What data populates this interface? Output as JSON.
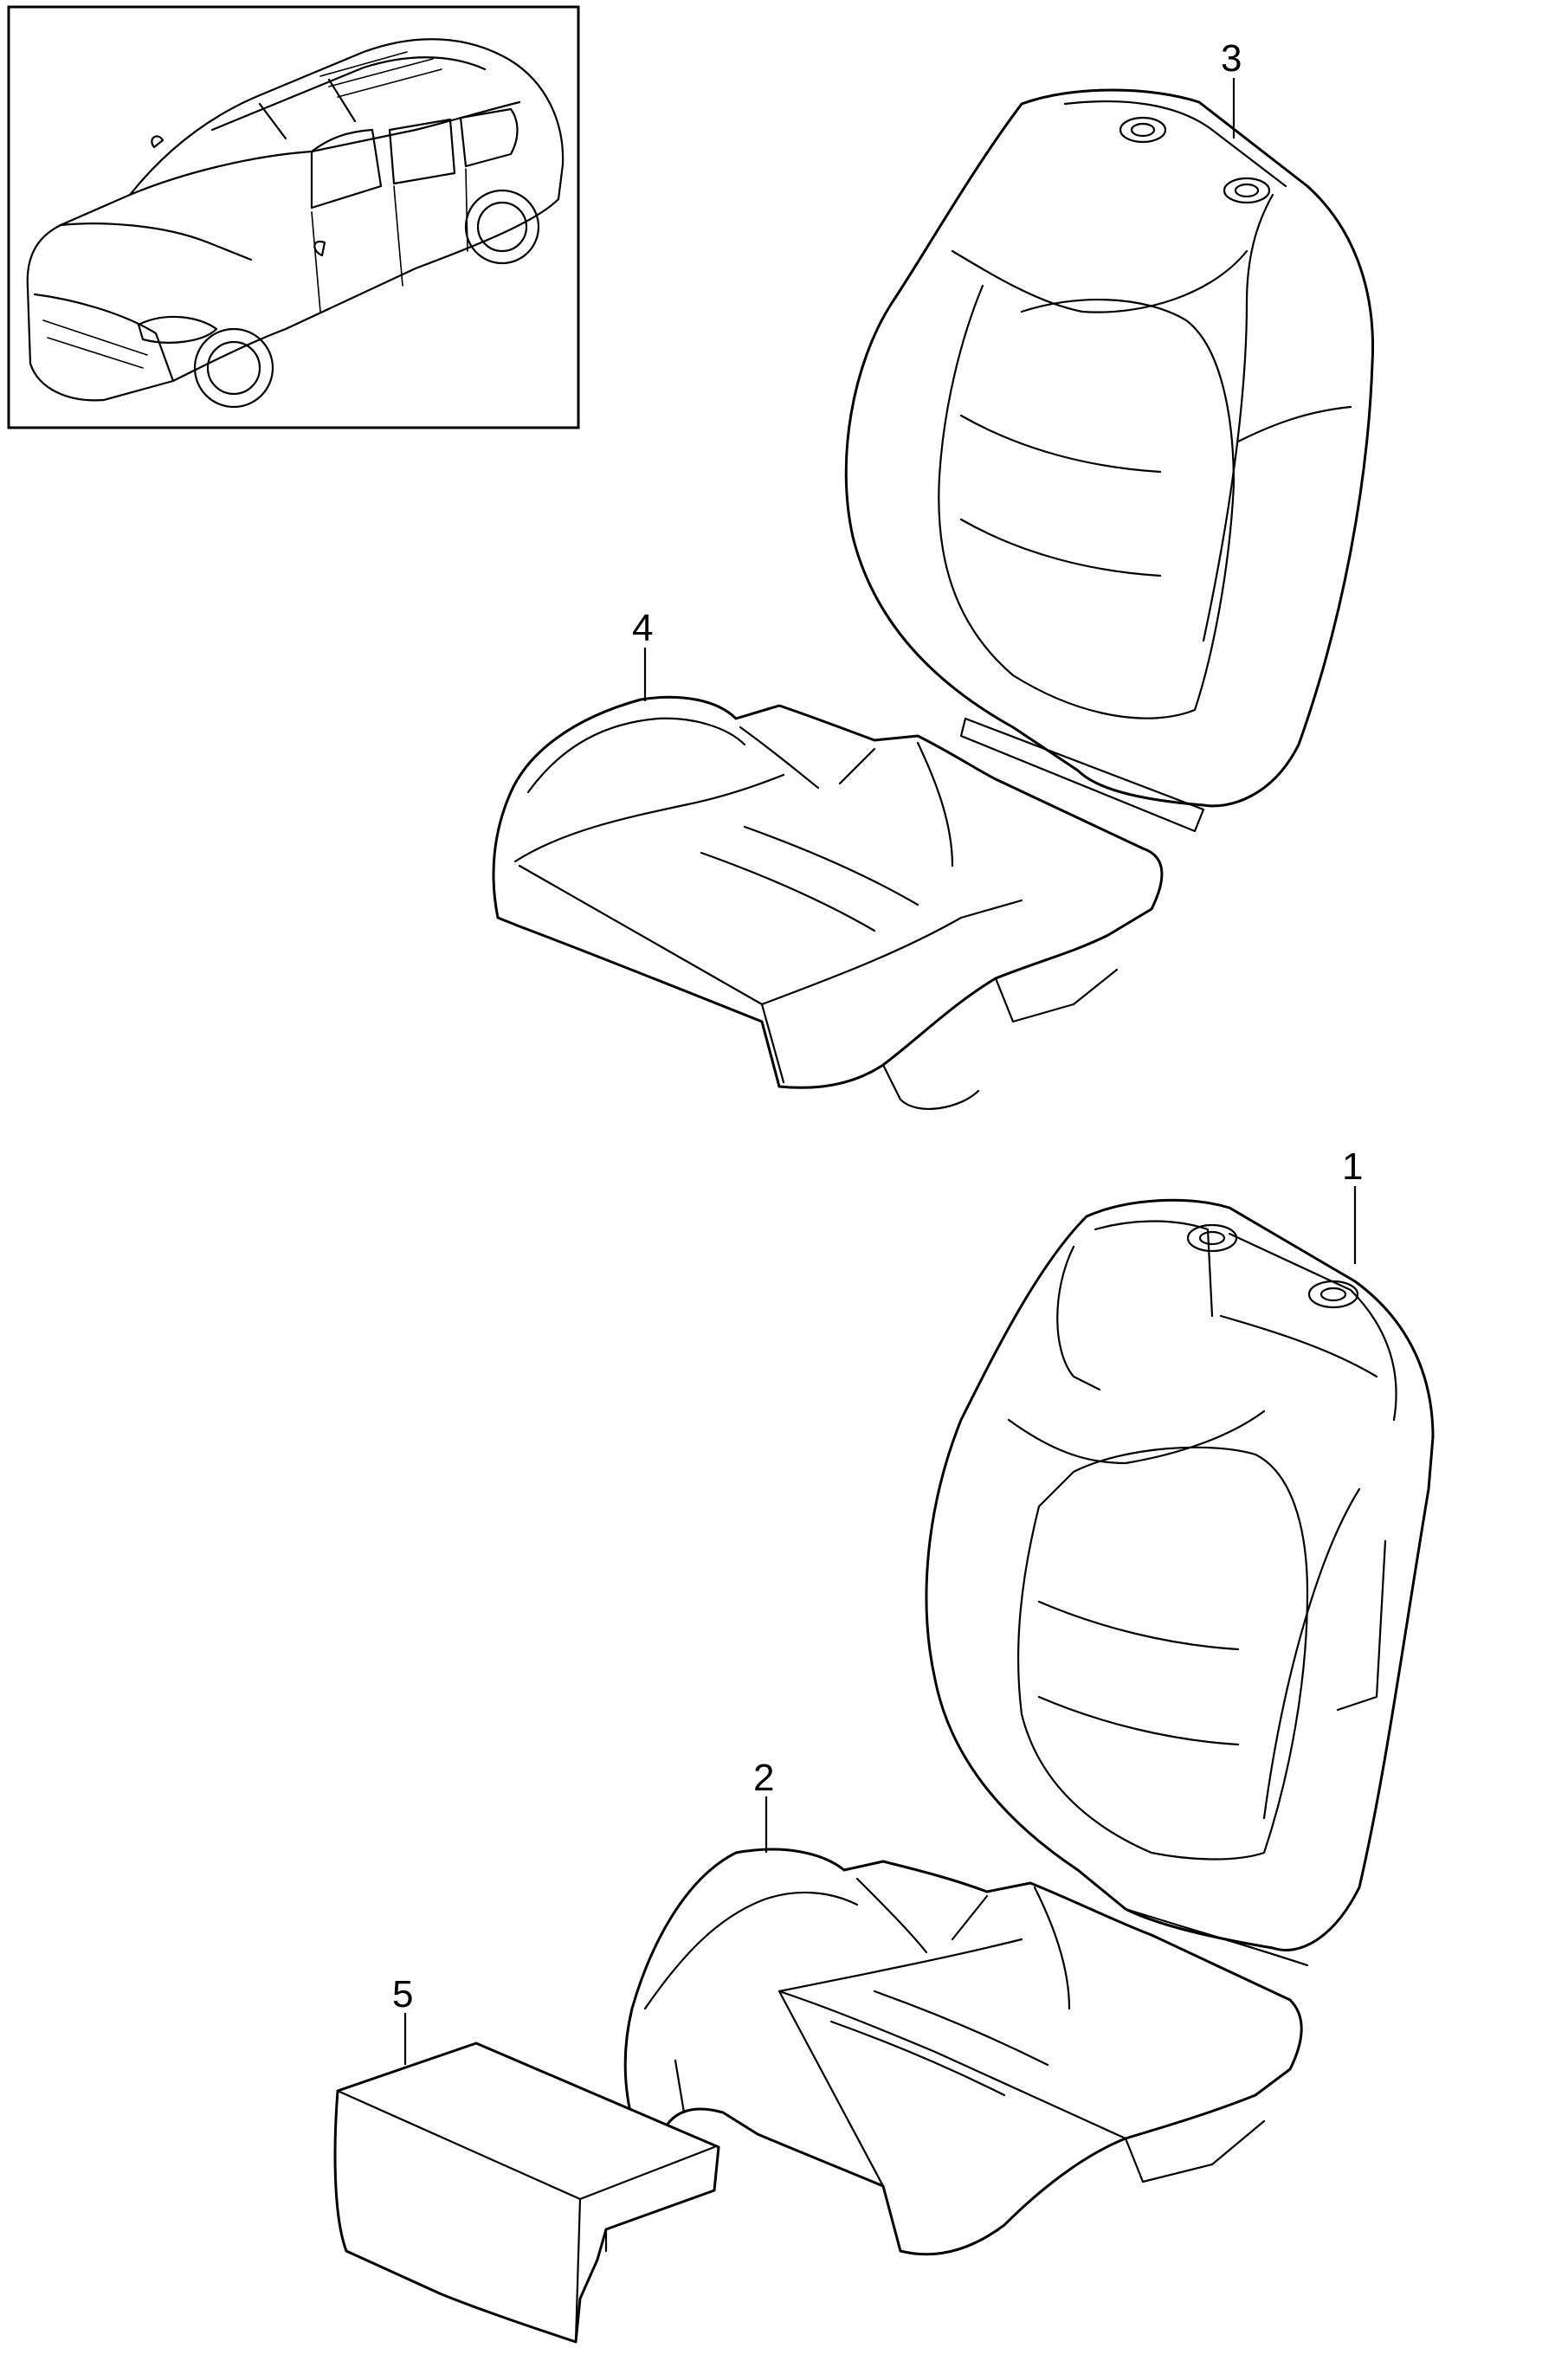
{
  "diagram": {
    "callouts": [
      {
        "id": "callout-1",
        "label": "1"
      },
      {
        "id": "callout-2",
        "label": "2"
      },
      {
        "id": "callout-3",
        "label": "3"
      },
      {
        "id": "callout-4",
        "label": "4"
      },
      {
        "id": "callout-5",
        "label": "5"
      }
    ],
    "colors": {
      "line": "#000000",
      "background": "#ffffff"
    }
  }
}
